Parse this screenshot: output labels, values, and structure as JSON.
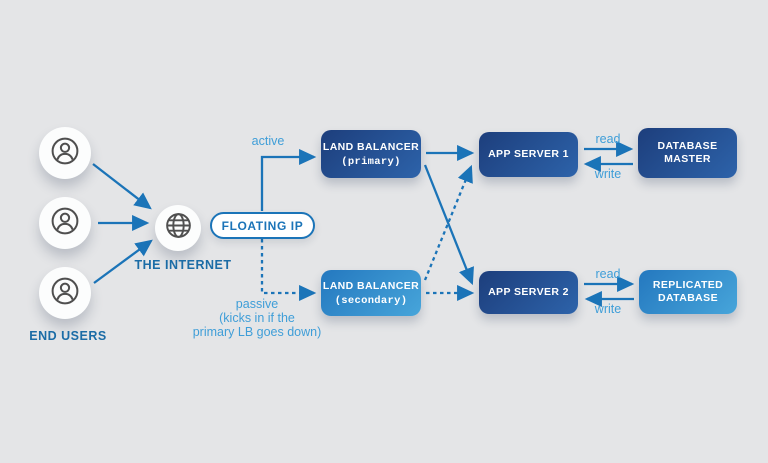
{
  "diagram": {
    "end_users": {
      "label": "END USERS",
      "user_count": 3
    },
    "internet": {
      "label": "THE INTERNET"
    },
    "floating_ip": {
      "label": "FLOATING IP"
    },
    "nodes": {
      "lb_primary": {
        "line1": "LAND BALANCER",
        "line2": "(primary)"
      },
      "lb_secondary": {
        "line1": "LAND BALANCER",
        "line2": "(secondary)"
      },
      "app_server_1": {
        "label": "APP SERVER 1"
      },
      "app_server_2": {
        "label": "APP SERVER 2"
      },
      "db_master": {
        "line1": "DATABASE",
        "line2": "MASTER"
      },
      "db_replicated": {
        "line1": "REPLICATED",
        "line2": "DATABASE"
      }
    },
    "edge_labels": {
      "active": "active",
      "passive_line1": "passive",
      "passive_line2": "(kicks in if the",
      "passive_line3": "primary LB goes down)",
      "read_top": "read",
      "write_top": "write",
      "read_bottom": "read",
      "write_bottom": "write"
    },
    "icons": {
      "user": "user-icon",
      "globe": "globe-icon"
    },
    "colors": {
      "background": "#e4e5e7",
      "arrow_blue": "#1b74b8",
      "label_light_blue": "#3f9ed8",
      "label_dark_blue": "#1b6ca6",
      "dark_box_gradient_start": "#1d3e7c",
      "dark_box_gradient_end": "#2d63aa",
      "light_box_gradient_start": "#2478bf",
      "light_box_gradient_end": "#47a5da",
      "pill_border": "#1b74b8",
      "icon_gray": "#4f4f4f"
    }
  }
}
